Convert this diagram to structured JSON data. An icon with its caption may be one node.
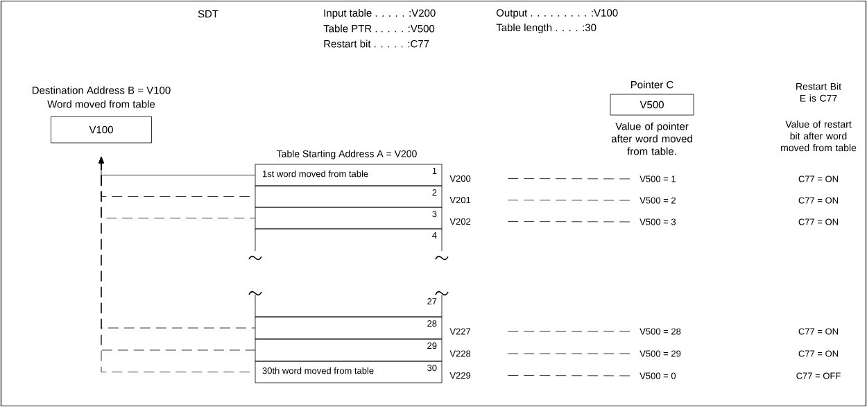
{
  "diagram": {
    "nodes": [
      {
        "text": [
          "V100"
        ],
        "beside": [
          "Destination Address B = V100",
          "Word moved from table"
        ]
      },
      {
        "text": [
          "1st word moved from table",
          "1"
        ],
        "beside": [
          "V200"
        ]
      },
      {
        "text": [
          "2"
        ],
        "beside": [
          "V201"
        ]
      },
      {
        "text": [
          "3"
        ],
        "beside": [
          "V202"
        ]
      },
      {
        "text": [
          "4"
        ]
      },
      {
        "text": [
          "27"
        ]
      },
      {
        "text": [
          "28"
        ],
        "beside": [
          "V227"
        ]
      },
      {
        "text": [
          "29"
        ],
        "beside": [
          "V228"
        ]
      },
      {
        "text": [
          "30th word moved from table",
          "30"
        ],
        "beside": [
          "V229"
        ]
      },
      {
        "text": [
          "V500"
        ],
        "beside": [
          "Pointer C",
          "Value of pointer after word moved from table."
        ]
      },
      {
        "text": [
          "V500 = 1"
        ]
      },
      {
        "text": [
          "V500 = 2"
        ]
      },
      {
        "text": [
          "V500 = 3"
        ]
      },
      {
        "text": [
          "V500 = 28"
        ]
      },
      {
        "text": [
          "V500 = 29"
        ]
      },
      {
        "text": [
          "V500 = 0"
        ]
      }
    ],
    "edges": [
      {
        "from": 1,
        "to": 0,
        "arrow": "to"
      },
      {
        "from": 2,
        "to": 0,
        "arrow": "to",
        "style": "dashed"
      },
      {
        "from": 3,
        "to": 0,
        "arrow": "to",
        "style": "dashed"
      },
      {
        "from": 6,
        "to": 0,
        "arrow": "to",
        "style": "dashed"
      },
      {
        "from": 7,
        "to": 0,
        "arrow": "to",
        "style": "dashed"
      },
      {
        "from": 8,
        "to": 0,
        "arrow": "to",
        "style": "dashed"
      },
      {
        "from": 1,
        "to": 10,
        "arrow": "none",
        "style": "dashed"
      },
      {
        "from": 2,
        "to": 11,
        "arrow": "none",
        "style": "dashed"
      },
      {
        "from": 3,
        "to": 12,
        "arrow": "none",
        "style": "dashed"
      },
      {
        "from": 6,
        "to": 13,
        "arrow": "none",
        "style": "dashed"
      },
      {
        "from": 7,
        "to": 14,
        "arrow": "none",
        "style": "dashed"
      },
      {
        "from": 8,
        "to": 15,
        "arrow": "none",
        "style": "dashed"
      }
    ],
    "labels": [
      "SDT",
      "Input table . . . . . :V200",
      "Output . . . . . . . . . :V100",
      "Table PTR . . . . . :V500",
      "Table length . . . . :30",
      "Restart bit . . . . . :C77",
      "Restart Bit E is C77",
      "Value of restart bit after word moved from table",
      "Table Starting Address A = V200",
      "C77 = ON",
      "C77 = ON",
      "C77 = ON",
      "C77 = ON",
      "C77 = ON",
      "C77 = OFF"
    ]
  }
}
